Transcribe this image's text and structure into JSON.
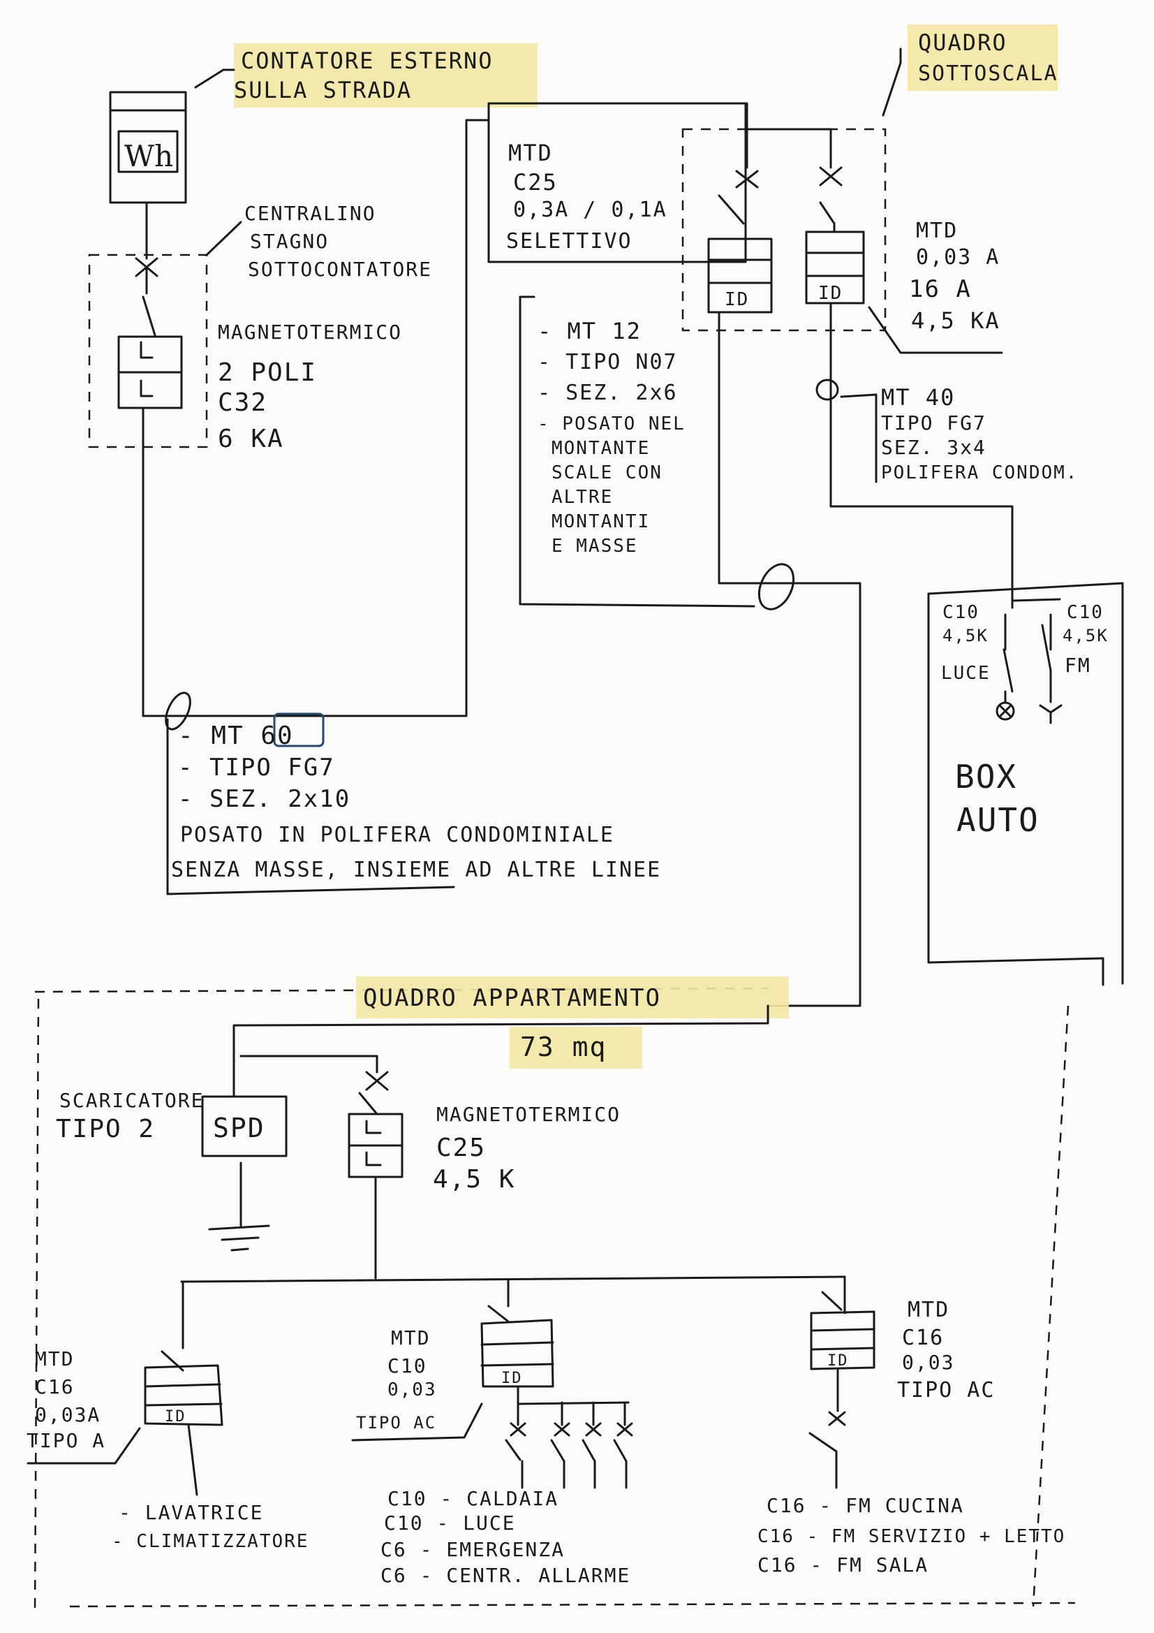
{
  "meter": {
    "label": [
      "CONTATORE ESTERNO",
      "SULLA STRADA"
    ],
    "symbol": "Wh"
  },
  "meter_box": {
    "label": [
      "CENTRALINO",
      "STAGNO",
      "SOTTOCONTATORE"
    ],
    "breaker": [
      "MAGNETOTERMICO",
      "2 POLI",
      "C32",
      "6 KA"
    ]
  },
  "line_60": [
    "- MT 60",
    "- TIPO FG7",
    "- SEZ. 2x10",
    "POSATO IN POLIFERA CONDOMINIALE",
    "SENZA MASSE, INSIEME AD ALTRE LINEE"
  ],
  "stair_panel": {
    "title": [
      "QUADRO",
      "SOTTOSCALA"
    ],
    "rcd_main": [
      "MTD",
      "C25",
      "0,3A / 0,1A",
      "SELETTIVO"
    ],
    "rcd_box": [
      "MTD",
      "0,03 A",
      "16 A",
      "4,5 KA"
    ],
    "rcd_symbol": "ID"
  },
  "line_12": [
    "- MT 12",
    "- TIPO N07",
    "- SEZ. 2x6",
    "- POSATO NEL",
    "MONTANTE",
    "SCALE CON",
    "ALTRE",
    "MONTANTI",
    "E MASSE"
  ],
  "line_40": [
    "MT 40",
    "TIPO FG7",
    "SEZ. 3x4",
    "POLIFERA CONDOM."
  ],
  "box_auto": {
    "breakers": [
      {
        "rating": "C10",
        "kA": "4,5K",
        "load": "LUCE"
      },
      {
        "rating": "C10",
        "kA": "4,5K",
        "load": "FM"
      }
    ],
    "title": [
      "BOX",
      "AUTO"
    ]
  },
  "apartment": {
    "title": "QUADRO APPARTAMENTO",
    "area": "73 mq",
    "spd_label": [
      "SCARICATORE",
      "TIPO 2"
    ],
    "spd_symbol": "SPD",
    "main_breaker": [
      "MAGNETOTERMICO",
      "C25",
      "4,5 K"
    ]
  },
  "branches": [
    {
      "rcd": [
        "MTD",
        "C16",
        "0,03A",
        "TIPO A"
      ],
      "loads": [
        "- LAVATRICE",
        "- CLIMATIZZATORE"
      ]
    },
    {
      "rcd": [
        "MTD",
        "C10",
        "0,03",
        "TIPO AC"
      ],
      "loads": [
        "C10 - CALDAIA",
        "C10 - LUCE",
        "C6 - EMERGENZA",
        "C6 - CENTR. ALLARME"
      ]
    },
    {
      "rcd": [
        "MTD",
        "C16",
        "0,03",
        "TIPO AC"
      ],
      "loads": [
        "C16 - FM CUCINA",
        "C16 - FM SERVIZIO + LETTO",
        "C16 - FM SALA"
      ]
    }
  ],
  "colors": {
    "ink": "#1a1a1a",
    "highlight": "#f2e7a4",
    "blue_ink": "#27486e",
    "paper": "#fbfbfa"
  }
}
